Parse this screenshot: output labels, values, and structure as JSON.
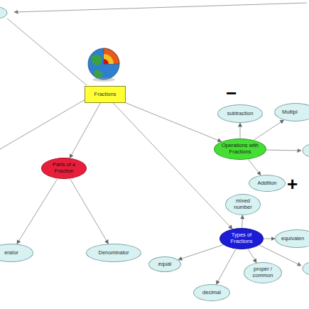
{
  "diagram": {
    "nodes": [
      {
        "text": [
          "Fractions"
        ]
      },
      {
        "text": [
          "Parts of a Fraction"
        ]
      },
      {
        "text": [
          "erator"
        ]
      },
      {
        "text": [
          "Denominator"
        ]
      },
      {
        "text": [
          "Operations with Fractions"
        ]
      },
      {
        "text": [
          "subtraction"
        ]
      },
      {
        "text": [
          "Multipl"
        ]
      },
      {
        "text": [
          "Addition"
        ]
      },
      {
        "text": [
          "mixed number"
        ]
      },
      {
        "text": [
          "Types of Fractions"
        ]
      },
      {
        "text": [
          "equivalen"
        ]
      },
      {
        "text": [
          "equal"
        ]
      },
      {
        "text": [
          "decimal"
        ]
      },
      {
        "text": [
          "proper / common"
        ]
      }
    ],
    "edges": [
      {
        "from": 0,
        "to": 1,
        "arrow": "to"
      },
      {
        "from": 0,
        "to": 4,
        "arrow": "to"
      },
      {
        "from": 0,
        "to": 9,
        "arrow": "to"
      },
      {
        "from": 1,
        "to": 2,
        "arrow": "to"
      },
      {
        "from": 1,
        "to": 3,
        "arrow": "to"
      },
      {
        "from": 4,
        "to": 5,
        "arrow": "to"
      },
      {
        "from": 4,
        "to": 6,
        "arrow": "to"
      },
      {
        "from": 4,
        "to": 7,
        "arrow": "to"
      },
      {
        "from": 9,
        "to": 8,
        "arrow": "to"
      },
      {
        "from": 9,
        "to": 10,
        "arrow": "to"
      },
      {
        "from": 9,
        "to": 11,
        "arrow": "to"
      },
      {
        "from": 9,
        "to": 12,
        "arrow": "to"
      },
      {
        "from": 9,
        "to": 13,
        "arrow": "to"
      }
    ],
    "labels": [
      "−",
      "+"
    ]
  }
}
